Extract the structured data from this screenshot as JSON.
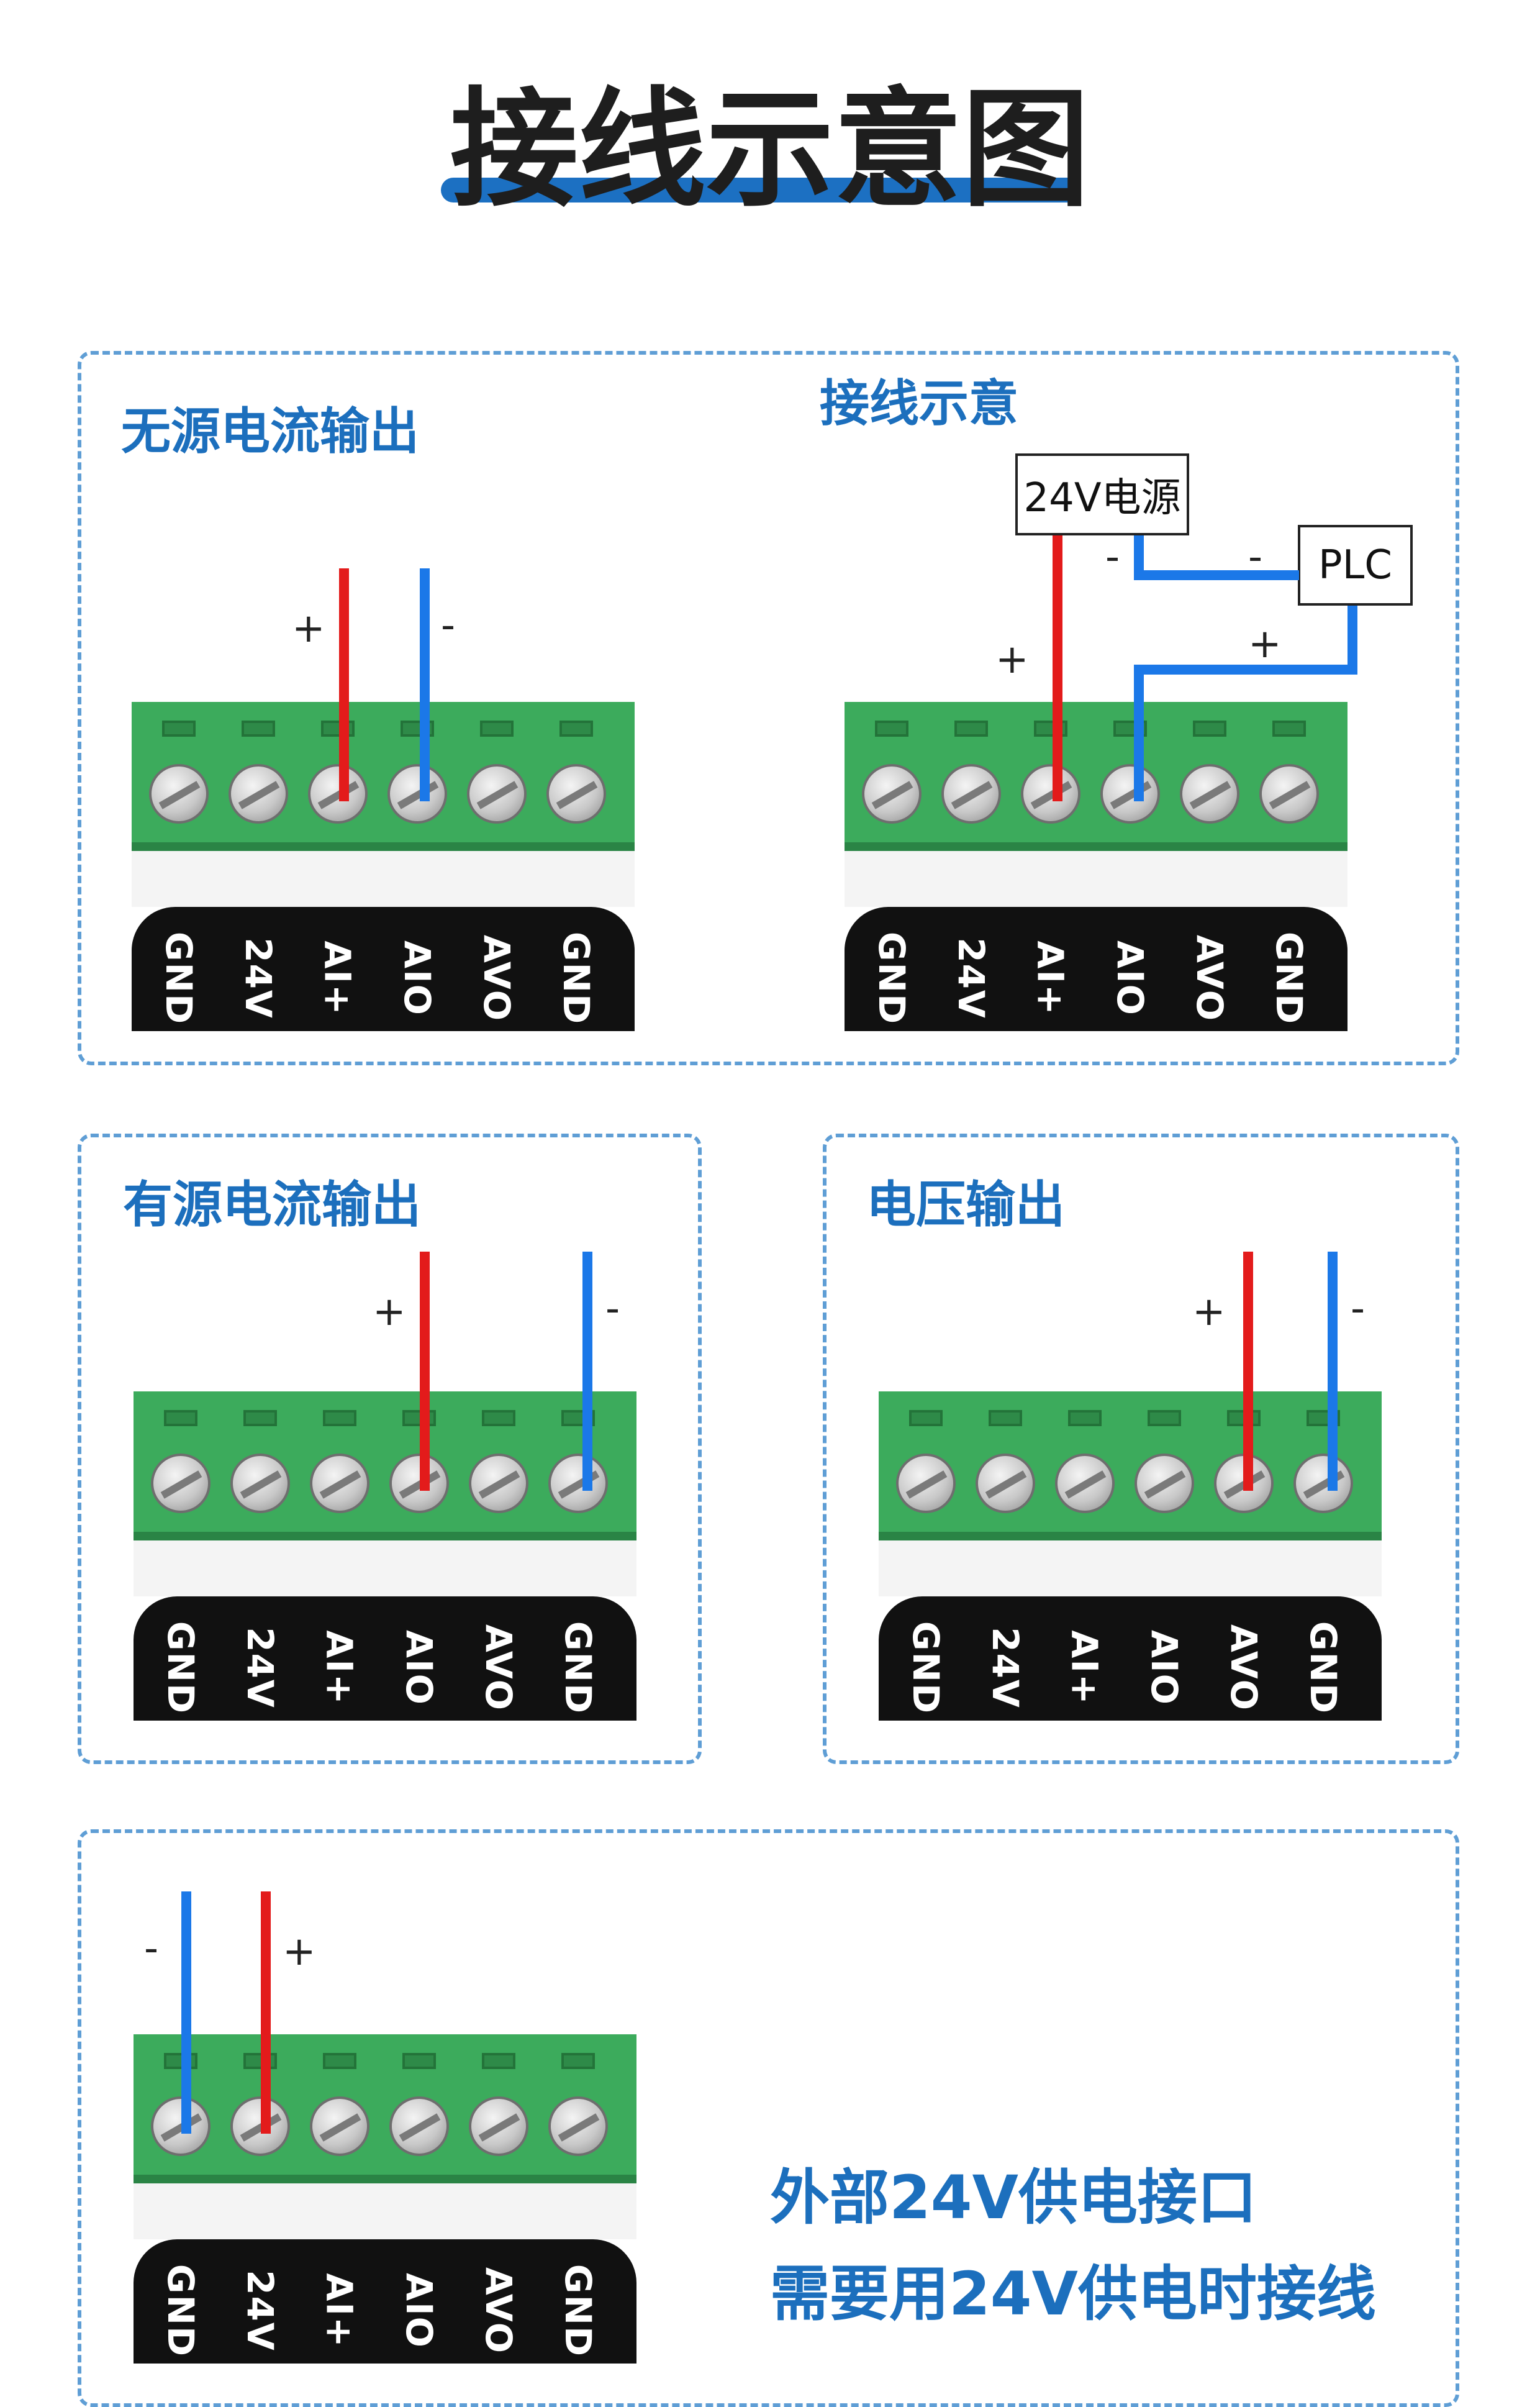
{
  "title": "接线示意图",
  "terminal_pins": [
    "GND",
    "24V",
    "AI+",
    "AIO",
    "AVO",
    "GND"
  ],
  "panels": {
    "passive": {
      "label": "无源电流输出",
      "plus": "+",
      "minus": "-"
    },
    "wiring": {
      "label": "接线示意",
      "power_box": "24V电源",
      "plc_box": "PLC",
      "plus_left": "+",
      "minus_power": "-",
      "minus_plc": "-",
      "plus_plc": "+"
    },
    "active": {
      "label": "有源电流输出",
      "plus": "+",
      "minus": "-"
    },
    "voltage": {
      "label": "电压输出",
      "plus": "+",
      "minus": "-"
    },
    "external": {
      "plus": "+",
      "minus": "-",
      "note_line1": "外部24V供电接口",
      "note_line2": "需要用24V供电时接线"
    }
  },
  "colors": {
    "positive_wire": "#e31b1b",
    "negative_wire": "#1b78e8",
    "panel_border": "#5f9ed5",
    "label": "#1c6fbd",
    "terminal_green": "#3cab5c"
  }
}
